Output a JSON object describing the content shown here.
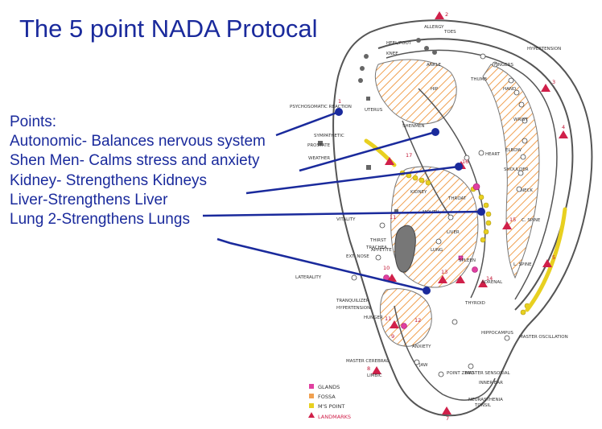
{
  "title": "The 5 point NADA Protocal",
  "points_heading": "Points:",
  "points": [
    "Autonomic- Balances nervous system",
    "Shen Men- Calms stress and anxiety",
    "Kidney- Strengthens Kidneys",
    "Liver-Strengthens Liver",
    "Lung 2-Strengthens Lungs"
  ],
  "colors": {
    "text": "#1a2a9c",
    "leader_lines": "#1a2a9c",
    "outline": "#555555",
    "fossa": "#f0a050",
    "glands": "#e040a0",
    "ms_point": "#e8d020",
    "landmark": "#d0204a"
  },
  "legend": {
    "glands": "GLANDS",
    "fossa": "FOSSA",
    "ms_point": "M'S POINT",
    "landmarks": "LANDMARKS"
  },
  "ear_labels": {
    "allergy": "ALLERGY",
    "toes": "TOES",
    "heel_foot": "HEEL/FOOT",
    "knee": "KNEE",
    "ankle": "ANKLE",
    "hip": "HIP",
    "fingers": "FINGERS",
    "thumb": "THUMB",
    "hand": "HAND",
    "wrist": "WRIST",
    "elbow": "ELBOW",
    "shoulder": "SHOULDER",
    "hypertension": "HYPERTENSION",
    "uterus": "UTERUS",
    "shen_men": "SHENMEN",
    "psychosomatic": "PSYCHOSOMATIC REACTION",
    "sympathetic": "SYMPATHETIC",
    "prostate": "PROSTATE",
    "weather": "WEATHER",
    "vitality": "VITALITY",
    "thirst": "THIRST",
    "ext_nose": "EXT. NOSE",
    "kidney": "KIDNEY",
    "liver": "LIVER",
    "lung": "LUNG",
    "heart": "HEART",
    "spleen": "SPLEEN",
    "mouth": "MOUTH",
    "throat": "THROAT",
    "tranquilizer": "TRANQUILIZER",
    "hypertension_2": "HYPERTENSION",
    "laterality": "LATERALITY",
    "hunger": "HUNGER",
    "adrenal": "ADRENAL",
    "trachea": "TRACHEA",
    "appetite": "APPETITE",
    "thyroid": "THYROID",
    "master_oscillation": "MASTER OSCILLATION",
    "anxiety": "ANXIETY",
    "hippocampus": "HIPPOCAMPUS",
    "master_cerebral": "MASTER CEREBRAL",
    "limbic": "LIMBIC",
    "jaw": "JAW",
    "inner_ear": "INNER EAR",
    "tonsil": "TONSIL",
    "neck": "NECK",
    "cervical_spine": "C. SPINE",
    "lumbar_spine": "L. SPINE",
    "point_zero": "POINT ZERO",
    "master_sensorial": "MASTER SENSORIAL",
    "neurasthenia": "NEURASTHENIA"
  },
  "landmark_numbers": [
    "1",
    "2",
    "3",
    "4",
    "5",
    "6",
    "7",
    "8",
    "9",
    "10",
    "11",
    "12",
    "13",
    "14",
    "15",
    "16",
    "17"
  ]
}
